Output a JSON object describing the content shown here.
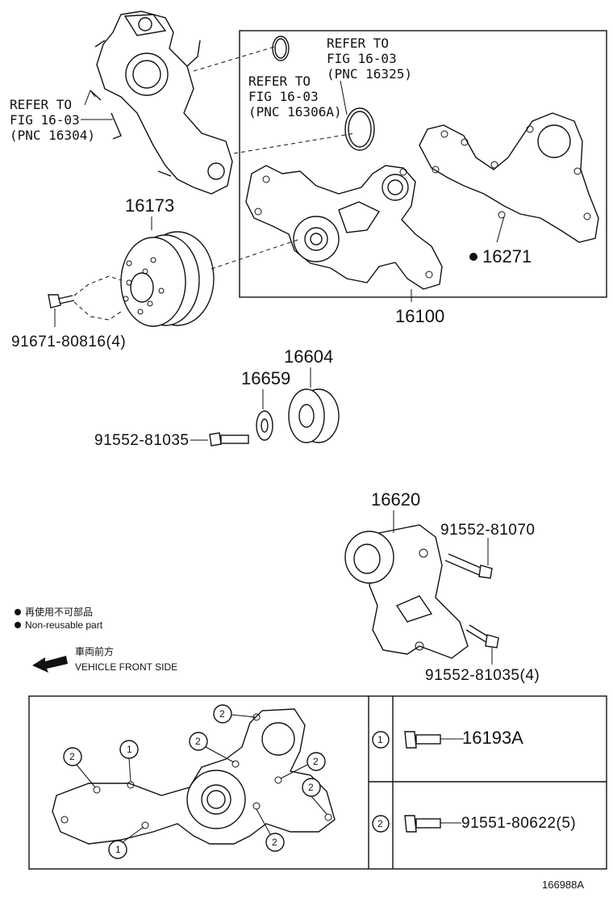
{
  "refs": {
    "ref_16304": [
      "REFER TO",
      "FIG 16-03",
      "(PNC 16304)"
    ],
    "ref_16306a": [
      "REFER TO",
      "FIG 16-03",
      "(PNC 16306A)"
    ],
    "ref_16325": [
      "REFER TO",
      "FIG 16-03",
      "(PNC 16325)"
    ]
  },
  "parts": {
    "p16173": "16173",
    "p16271": "16271",
    "p16100": "16100",
    "p91671": "91671-80816(4)",
    "p16604": "16604",
    "p16659": "16659",
    "p91552a": "91552-81035",
    "p16620": "16620",
    "p91552b": "91552-81070",
    "p91552c": "91552-81035(4)"
  },
  "legend": {
    "jp_nonreusable": "再使用不可部品",
    "en_nonreusable": "Non-reusable part",
    "jp_front": "車両前方",
    "en_front": "VEHICLE FRONT SIDE"
  },
  "bolt_table": {
    "rows": [
      {
        "mark": "1",
        "part": "16193A"
      },
      {
        "mark": "2",
        "part": "91551-80622(5)"
      }
    ]
  },
  "callouts": [
    "2",
    "1",
    "2",
    "2",
    "1",
    "2",
    "2",
    "2"
  ],
  "figure_id": "166988A"
}
